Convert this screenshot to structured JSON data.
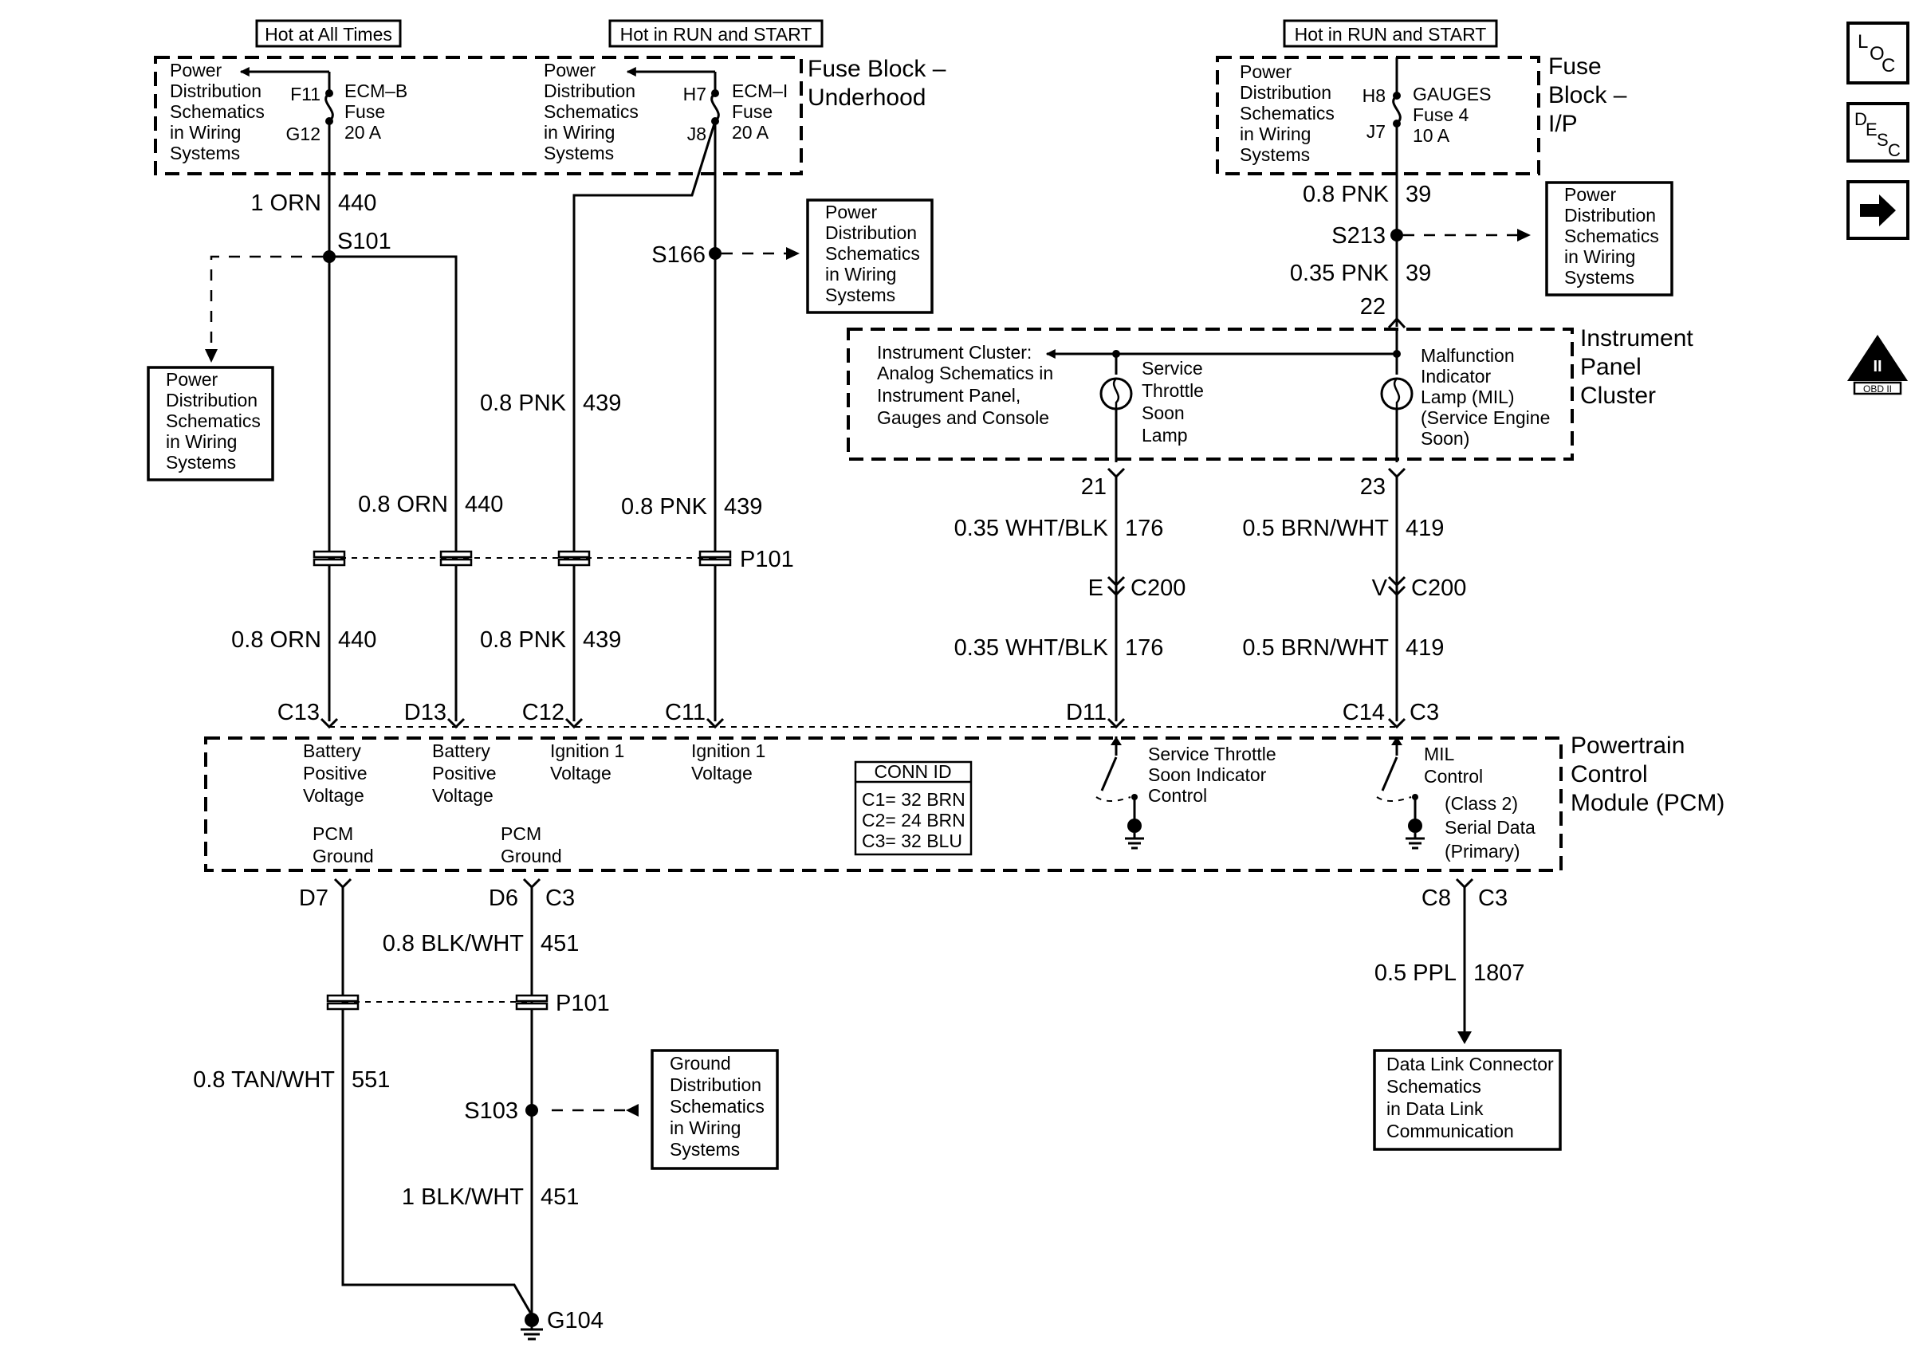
{
  "headers": {
    "hot_all_times": "Hot at All Times",
    "hot_run_start_1": "Hot in RUN and START",
    "hot_run_start_2": "Hot in RUN and START"
  },
  "fuse_block_underhood": {
    "title_line1": "Fuse Block –",
    "title_line2": "Underhood",
    "ref_a": [
      "Power",
      "Distribution",
      "Schematics",
      "in Wiring",
      "Systems"
    ],
    "ref_b": [
      "Power",
      "Distribution",
      "Schematics",
      "in Wiring",
      "Systems"
    ],
    "fuse_ecmb": {
      "in_pin": "F11",
      "out_pin": "G12",
      "lines": [
        "ECM–B",
        "Fuse",
        "20 A"
      ]
    },
    "fuse_ecmi": {
      "in_pin": "H7",
      "out_pin": "J8",
      "lines": [
        "ECM–I",
        "Fuse",
        "20 A"
      ]
    }
  },
  "fuse_block_ip": {
    "title_lines": [
      "Fuse",
      "Block –",
      "I/P"
    ],
    "ref": [
      "Power",
      "Distribution",
      "Schematics",
      "in Wiring",
      "Systems"
    ],
    "fuse_gauges": {
      "in_pin": "H8",
      "out_pin": "J7",
      "lines": [
        "GAUGES",
        "Fuse 4",
        "10 A"
      ]
    }
  },
  "wires": {
    "w1_orn": "1 ORN",
    "w1_orn_c": "440",
    "w08_orn": "0.8 ORN",
    "w08_orn_c": "440",
    "w08_pnk_a": "0.8 PNK",
    "w08_pnk_a_c": "439",
    "w08_pnk_b": "0.8 PNK",
    "w08_pnk_b_c": "439",
    "w08_orn_low": "0.8 ORN",
    "w08_orn_low_c": "440",
    "w08_pnk_low": "0.8 PNK",
    "w08_pnk_low_c": "439",
    "w_ip_08": "0.8 PNK",
    "w_ip_08_c": "39",
    "w_ip_035": "0.35 PNK",
    "w_ip_035_c": "39",
    "w_wht_a": "0.35 WHT/BLK",
    "w_wht_a_c": "176",
    "w_wht_b": "0.35 WHT/BLK",
    "w_wht_b_c": "176",
    "w_brn_a": "0.5 BRN/WHT",
    "w_brn_a_c": "419",
    "w_brn_b": "0.5 BRN/WHT",
    "w_brn_b_c": "419",
    "w_blk_08": "0.8 BLK/WHT",
    "w_blk_08_c": "451",
    "w_tan": "0.8 TAN/WHT",
    "w_tan_c": "551",
    "w_blk_1": "1 BLK/WHT",
    "w_blk_1_c": "451",
    "w_ppl": "0.5 PPL",
    "w_ppl_c": "1807"
  },
  "splices": {
    "s101": "S101",
    "s166": "S166",
    "s213": "S213",
    "s103": "S103",
    "g104": "G104"
  },
  "refs": {
    "s101_ref": [
      "Power",
      "Distribution",
      "Schematics",
      "in Wiring",
      "Systems"
    ],
    "s166_ref": [
      "Power",
      "Distribution",
      "Schematics",
      "in Wiring",
      "Systems"
    ],
    "s213_ref": [
      "Power",
      "Distribution",
      "Schematics",
      "in Wiring",
      "Systems"
    ],
    "s103_ref": [
      "Ground",
      "Distribution",
      "Schematics",
      "in Wiring",
      "Systems"
    ],
    "dlc_ref": [
      "Data Link Connector",
      "Schematics",
      "in Data Link",
      "Communication"
    ]
  },
  "connectors": {
    "p101": "P101",
    "p101_low": "P101",
    "c200_e": "E",
    "c200_e_name": "C200",
    "c200_v": "V",
    "c200_v_name": "C200",
    "ipc_pin_22": "22",
    "ipc_pin_21": "21",
    "ipc_pin_23": "23",
    "pcm_c13": "C13",
    "pcm_d13": "D13",
    "pcm_c12": "C12",
    "pcm_c11": "C11",
    "pcm_d11": "D11",
    "pcm_c14": "C14",
    "pcm_c14_conn": "C3",
    "pcm_d7": "D7",
    "pcm_d6": "D6",
    "pcm_d6_conn": "C3",
    "pcm_c8": "C8",
    "pcm_c8_conn": "C3"
  },
  "ipc": {
    "title_lines": [
      "Instrument",
      "Panel",
      "Cluster"
    ],
    "ref_lines": [
      "Instrument Cluster:",
      "Analog Schematics in",
      "Instrument Panel,",
      "Gauges and Console"
    ],
    "lamp1_lines": [
      "Service",
      "Throttle",
      "Soon",
      "Lamp"
    ],
    "lamp2_lines": [
      "Malfunction",
      "Indicator",
      "Lamp (MIL)",
      "(Service Engine",
      "Soon)"
    ]
  },
  "pcm": {
    "title_lines": [
      "Powertrain",
      "Control",
      "Module (PCM)"
    ],
    "bat1": [
      "Battery",
      "Positive",
      "Voltage"
    ],
    "bat2": [
      "Battery",
      "Positive",
      "Voltage"
    ],
    "ign1": [
      "Ignition 1",
      "Voltage"
    ],
    "ign2": [
      "Ignition 1",
      "Voltage"
    ],
    "gnd1": [
      "PCM",
      "Ground"
    ],
    "gnd2": [
      "PCM",
      "Ground"
    ],
    "stsc": [
      "Service Throttle",
      "Soon Indicator",
      "Control"
    ],
    "mil": [
      "MIL",
      "Control"
    ],
    "serial": [
      "(Class 2)",
      "Serial Data",
      "(Primary)"
    ],
    "conn_id_title": "CONN ID",
    "conn_id_lines": [
      "C1= 32 BRN",
      "C2= 24 BRN",
      "C3= 32 BLU"
    ]
  },
  "side_icons": {
    "loc": [
      "L",
      "O",
      "C"
    ],
    "desc": [
      "D",
      "E",
      "S",
      "C"
    ],
    "obd": [
      "II",
      "OBD II"
    ]
  }
}
